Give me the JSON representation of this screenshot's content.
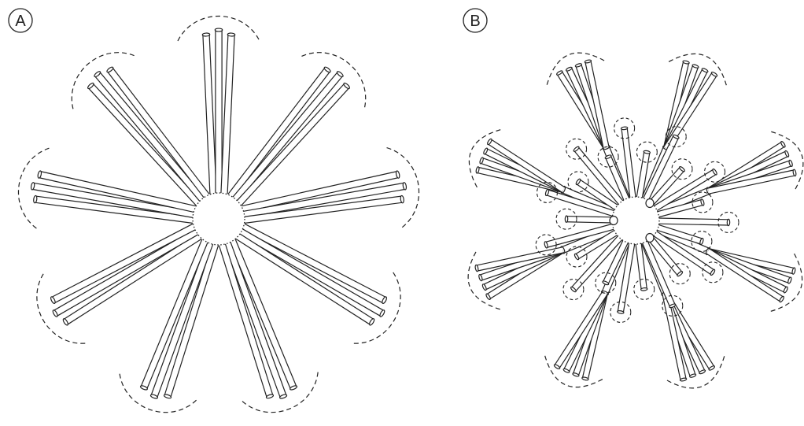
{
  "panels": [
    {
      "label": "A",
      "bundles": 9,
      "fibers_per_bundle": 3,
      "separate_fibers": 0,
      "nodules": 0
    },
    {
      "label": "B",
      "bundles": 8,
      "fibers_per_bundle": 4,
      "separate_fibers": 22,
      "nodules": 3
    }
  ],
  "colors": {
    "ink": "#222222",
    "fiber_fill": "#ffffff",
    "background": "#ffffff"
  }
}
